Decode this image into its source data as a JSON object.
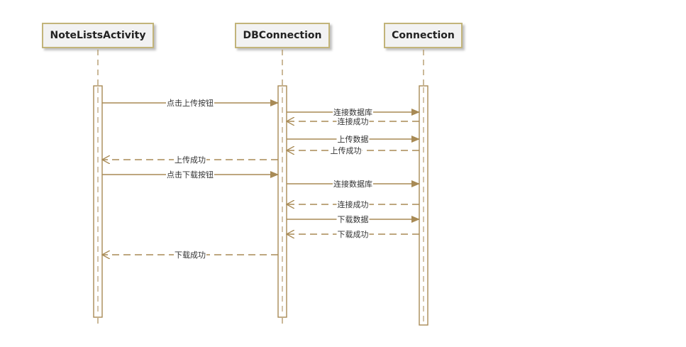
{
  "participants": [
    {
      "id": "p1",
      "name": "NoteListsActivity"
    },
    {
      "id": "p2",
      "name": "DBConnection"
    },
    {
      "id": "p3",
      "name": "Connection"
    }
  ],
  "messages": [
    {
      "from": "p1",
      "to": "p2",
      "label": "点击上传按钮",
      "kind": "sync"
    },
    {
      "from": "p2",
      "to": "p3",
      "label": "连接数据库",
      "kind": "sync"
    },
    {
      "from": "p3",
      "to": "p2",
      "label": "连接成功",
      "kind": "return"
    },
    {
      "from": "p2",
      "to": "p3",
      "label": "上传数据",
      "kind": "sync"
    },
    {
      "from": "p3",
      "to": "p2",
      "label": "上传成功",
      "kind": "return"
    },
    {
      "from": "p2",
      "to": "p1",
      "label": "上传成功",
      "kind": "return"
    },
    {
      "from": "p1",
      "to": "p2",
      "label": "点击下载按钮",
      "kind": "sync"
    },
    {
      "from": "p2",
      "to": "p3",
      "label": "连接数据库",
      "kind": "sync"
    },
    {
      "from": "p3",
      "to": "p2",
      "label": "连接成功",
      "kind": "return"
    },
    {
      "from": "p2",
      "to": "p3",
      "label": "下载数据",
      "kind": "sync"
    },
    {
      "from": "p3",
      "to": "p2",
      "label": "下载成功",
      "kind": "return"
    },
    {
      "from": "p2",
      "to": "p1",
      "label": "下载成功",
      "kind": "return"
    }
  ],
  "colors": {
    "line": "#a88a55",
    "box_border": "#c2b47a",
    "box_fill": "#f2f2f2",
    "text": "#333333"
  }
}
